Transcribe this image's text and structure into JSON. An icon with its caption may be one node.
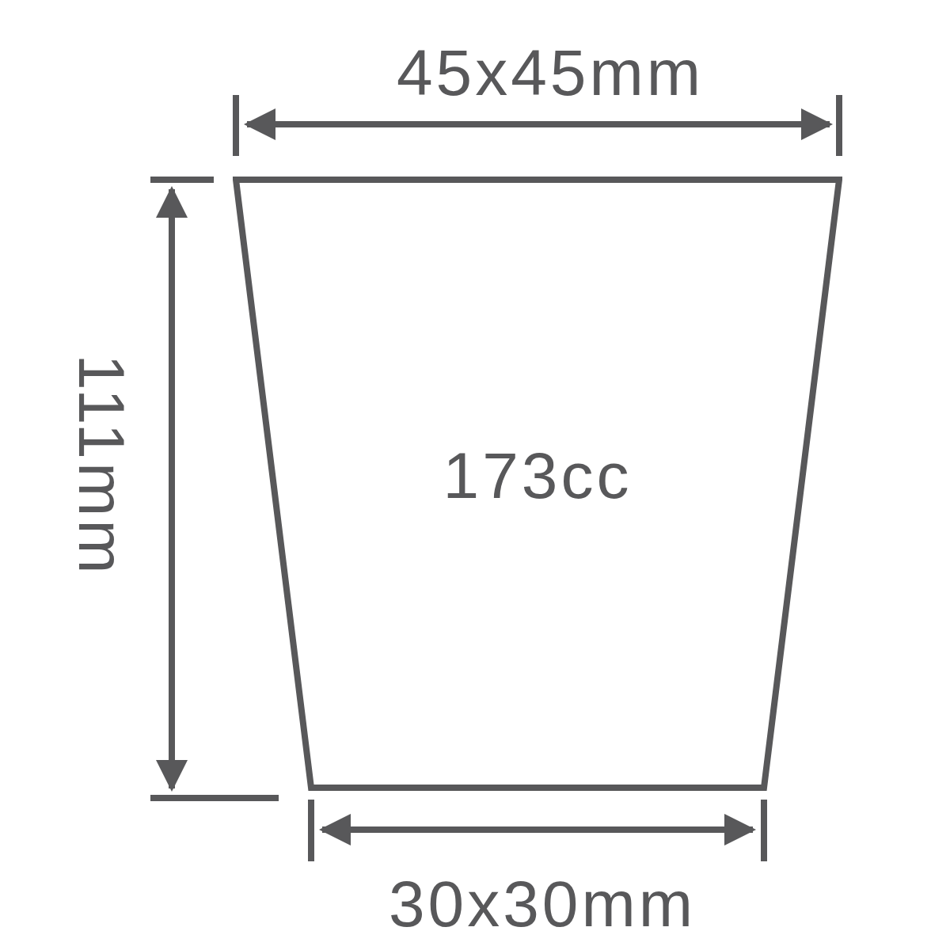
{
  "diagram": {
    "nodes": [
      {
        "text": [
          "173cc"
        ]
      }
    ],
    "labels": [
      "45x45mm",
      "111mm",
      "30x30mm"
    ]
  }
}
